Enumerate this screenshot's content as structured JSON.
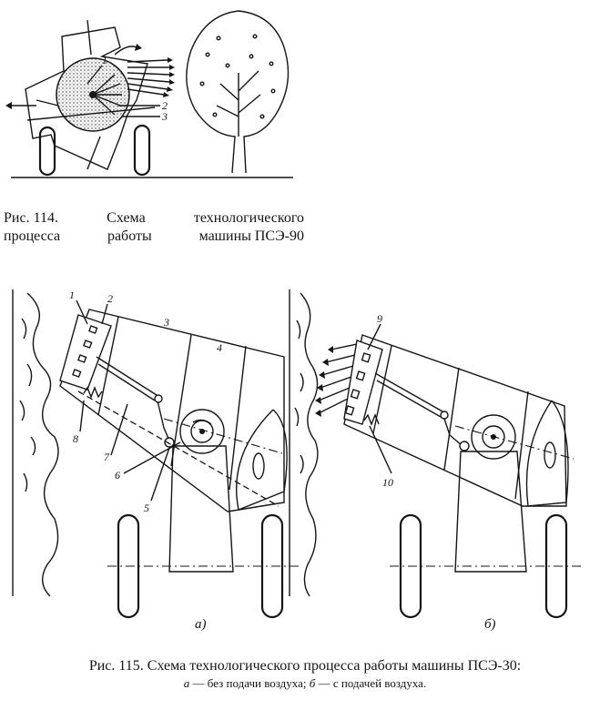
{
  "figure114": {
    "caption_left_1": "Рис. 114.",
    "caption_mid_1": "Схема",
    "caption_right_1": "технологического",
    "caption_left_2": "процесса",
    "caption_mid_2": "работы",
    "caption_right_2": "машины ПСЭ-90",
    "labels": [
      "1",
      "2",
      "3"
    ]
  },
  "figure115": {
    "caption": "Рис. 115. Схема технологического процесса работы машины ПСЭ-30:",
    "legend_a_letter": "а",
    "legend_a_text": " — без подачи воздуха; ",
    "legend_b_letter": "б",
    "legend_b_text": " — с подачей воздуха.",
    "panel_a_labels": [
      "1",
      "2",
      "3",
      "4",
      "5",
      "6",
      "7",
      "8"
    ],
    "panel_b_labels": [
      "9",
      "10"
    ],
    "panel_a_tag": "а)",
    "panel_b_tag": "б)"
  }
}
